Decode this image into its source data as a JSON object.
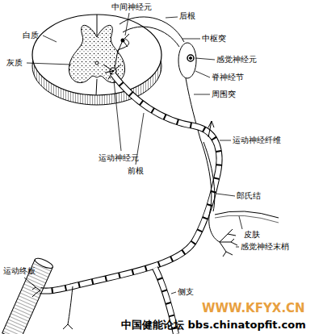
{
  "diagram": {
    "labels": [
      "中间神经元",
      "后根",
      "白质",
      "中枢突",
      "灰质",
      "感觉神经元",
      "脊神经节",
      "周围突",
      "运动神经元",
      "前根",
      "运动神经纤维",
      "郎氏结",
      "皮肤",
      "感觉神经末梢",
      "运动终板",
      "侧支",
      "WWW.KFYX.CN",
      "中国健能论坛 bbs.chinatopfit.com"
    ]
  }
}
